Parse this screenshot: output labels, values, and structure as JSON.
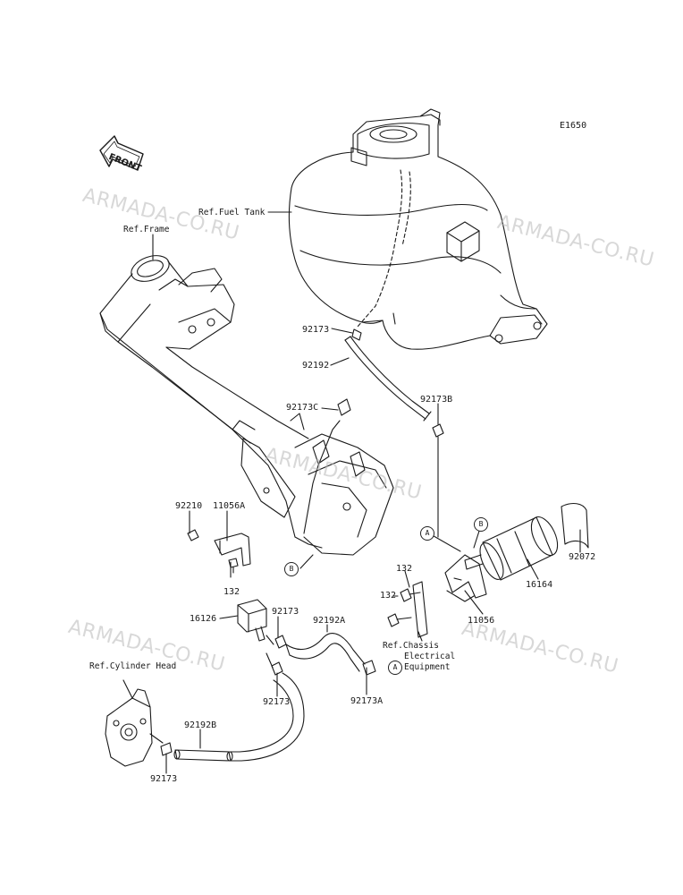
{
  "diagram_code": "E1650",
  "front_label": "FRONT",
  "watermark": "ARMADA-CO.RU",
  "refs": {
    "fuel_tank": "Ref.Fuel Tank",
    "frame": "Ref.Frame",
    "cylinder_head": "Ref.Cylinder Head",
    "chassis_line1": "Ref.Chassis",
    "chassis_line2": "Electrical",
    "chassis_line3": "Equipment"
  },
  "parts": {
    "p92173_top": "92173",
    "p92192": "92192",
    "p92173c": "92173C",
    "p92173b": "92173B",
    "p92210": "92210",
    "p11056a": "11056A",
    "p132_left": "132",
    "p16126": "16126",
    "p92173_mid": "92173",
    "p92192a": "92192A",
    "p92173_low": "92173",
    "p92173a": "92173A",
    "p92192b": "92192B",
    "p92173_bottom": "92173",
    "p132_r1": "132",
    "p132_r2": "132",
    "p11056": "11056",
    "p16164": "16164",
    "p92072": "92072"
  },
  "callouts": {
    "a": "A",
    "b": "B"
  }
}
